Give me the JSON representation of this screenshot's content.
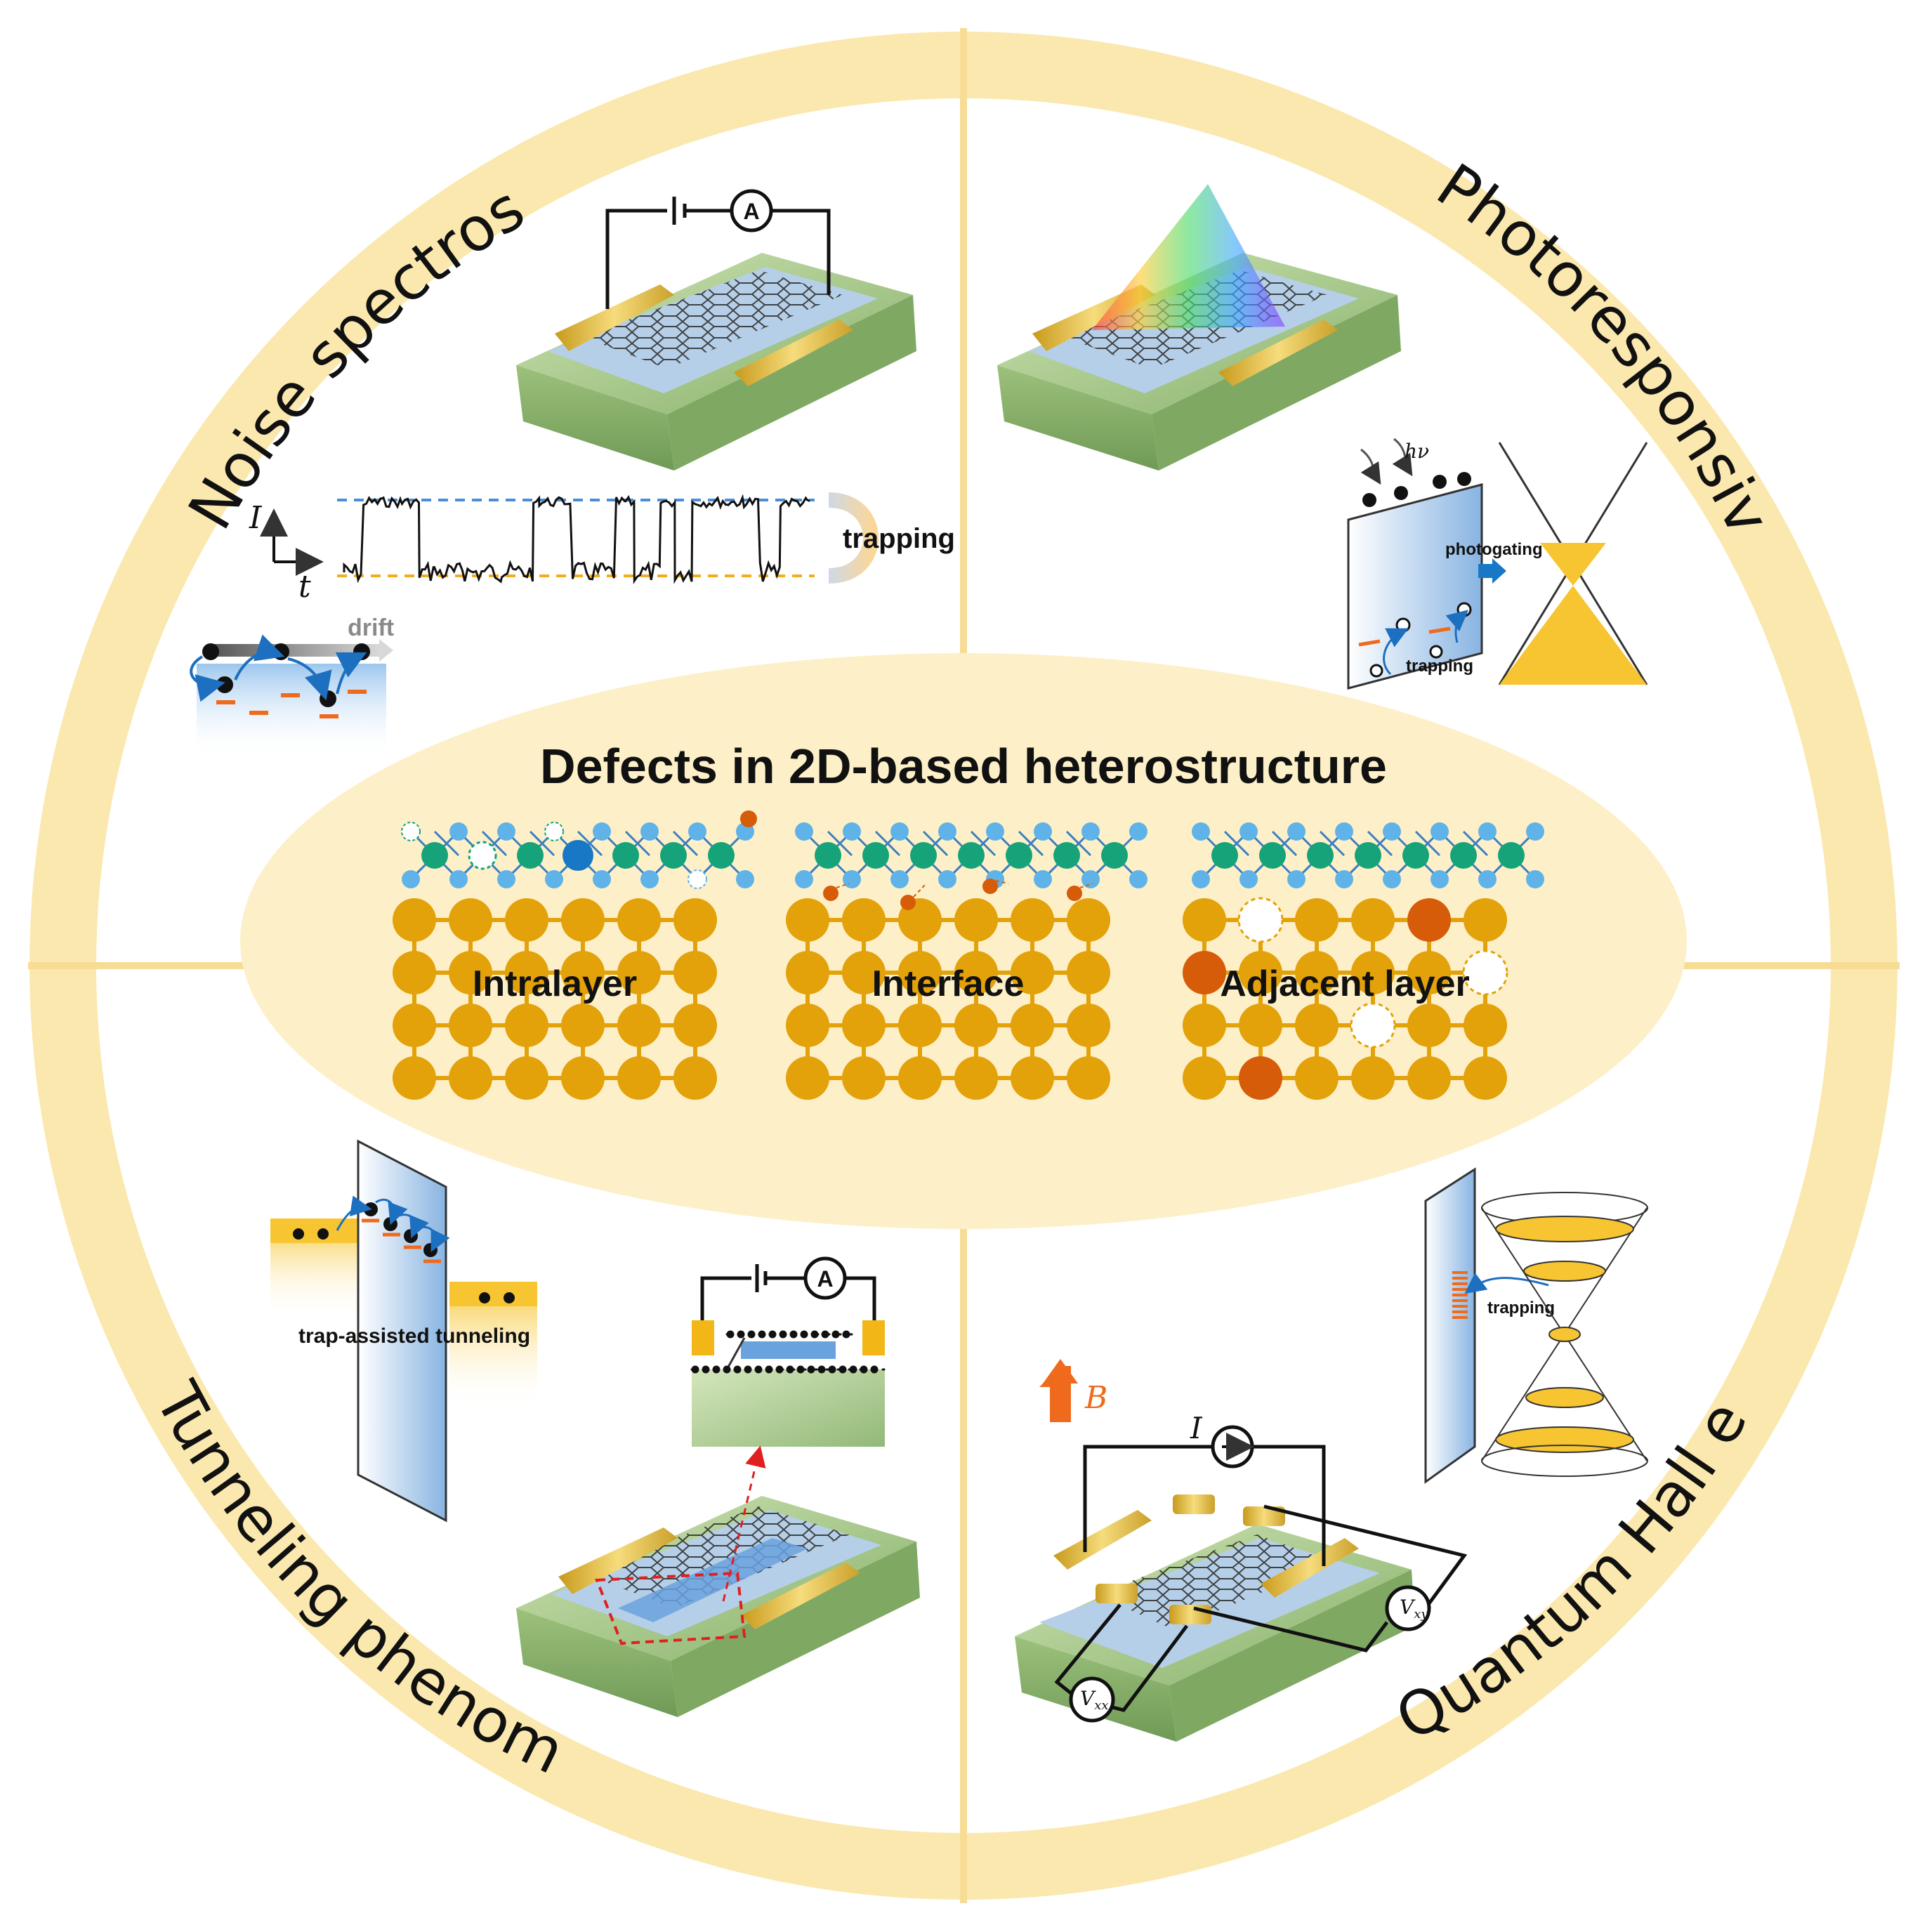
{
  "center": {
    "title": "Defects in 2D-based heterostructure",
    "panels": [
      {
        "label": "Intralayer"
      },
      {
        "label": "Interface"
      },
      {
        "label": "Adjacent layer"
      }
    ]
  },
  "quadrants": {
    "noise": {
      "title": "Noise spectroscopy",
      "trapping": "trapping",
      "drift": "drift",
      "axis_i": "I",
      "axis_t": "t",
      "ammeter": "A"
    },
    "photo": {
      "title": "Photoresponsivity",
      "hv": "hν",
      "photogating": "photogating",
      "trapping": "trapping"
    },
    "tunnel": {
      "title": "Tunneling phenomena",
      "tat": "trap-assisted tunneling",
      "ammeter": "A"
    },
    "qhe": {
      "title": "Quantum Hall effect",
      "trapping": "trapping",
      "B": "B",
      "I": "I",
      "vxy": "V",
      "vxy_sub": "xy",
      "vxx": "V",
      "vxx_sub": "xx"
    }
  },
  "colors": {
    "ring": "#fbe8ae",
    "ring_line": "#f5d88a",
    "center_ellipse": "#fdf0c8",
    "gold_atom": "#e3a10a",
    "dark_orange_atom": "#d65c0a",
    "green_atom": "#16a37a",
    "blue_atom": "#5fb3e8",
    "dark_blue_atom": "#1878c6",
    "substrate": "#a8c98a",
    "electrode": "#e9c24a",
    "trap": "#f06a1e"
  }
}
